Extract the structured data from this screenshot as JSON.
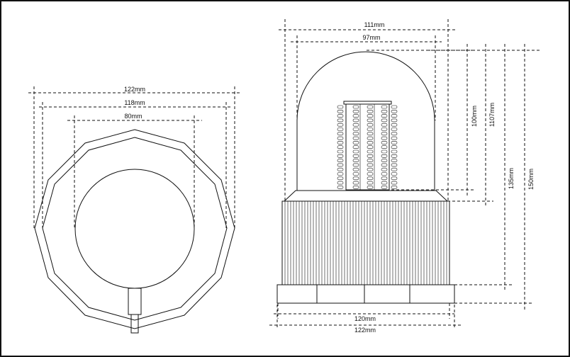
{
  "top_view": {
    "outer_width": "122mm",
    "inner_width": "118mm",
    "dome_width": "80mm"
  },
  "side_view": {
    "top_outer": "111mm",
    "top_inner": "97mm",
    "dome_height": "100mm",
    "lens_height": "1107mm",
    "body_height": "135mm",
    "total_height": "150mm",
    "base_inner": "120mm",
    "base_outer": "122mm"
  },
  "colors": {
    "line": "#111111",
    "background": "#ffffff"
  }
}
